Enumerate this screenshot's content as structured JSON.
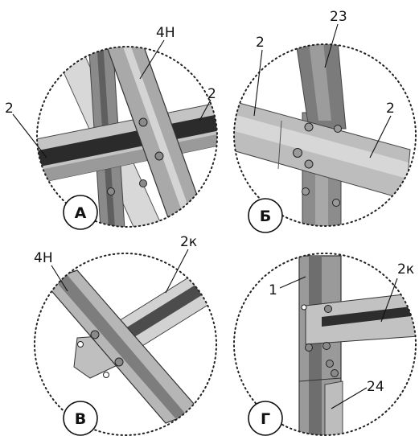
{
  "panels": [
    {
      "id": "A",
      "badge": "А",
      "callouts": [
        "4Н",
        "2",
        "2"
      ]
    },
    {
      "id": "B",
      "badge": "Б",
      "callouts": [
        "23",
        "2",
        "2"
      ]
    },
    {
      "id": "V",
      "badge": "В",
      "callouts": [
        "4Н",
        "2к"
      ]
    },
    {
      "id": "G",
      "badge": "Г",
      "callouts": [
        "1",
        "2к",
        "24"
      ]
    }
  ],
  "colors": {
    "profile_dark": "#6f6f6f",
    "profile_mid": "#9a9a9a",
    "profile_light": "#c9c9c9",
    "profile_pale": "#dedede",
    "stripe": "#2a2a2a",
    "bolt": "#8a8a8a"
  }
}
